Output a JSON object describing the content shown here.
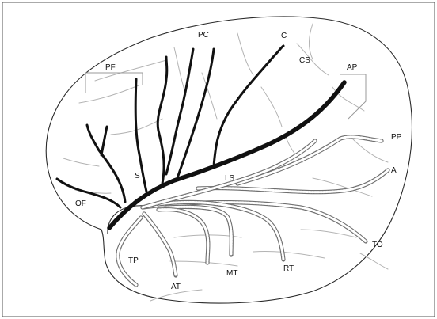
{
  "figure": {
    "labels": {
      "PC": "PC",
      "C": "C",
      "CS": "CS",
      "PF": "PF",
      "AP": "AP",
      "PP": "PP",
      "A": "A",
      "S": "S",
      "LS": "LS",
      "OF": "OF",
      "TO": "TO",
      "TP": "TP",
      "AT": "AT",
      "MT": "MT",
      "RT": "RT"
    },
    "colors": {
      "frontal_branches": "#111111",
      "temporal_parietal_branches": "#6f6f6f",
      "outline": "#2a2a2a",
      "sulci": "#b3b3b3"
    }
  }
}
